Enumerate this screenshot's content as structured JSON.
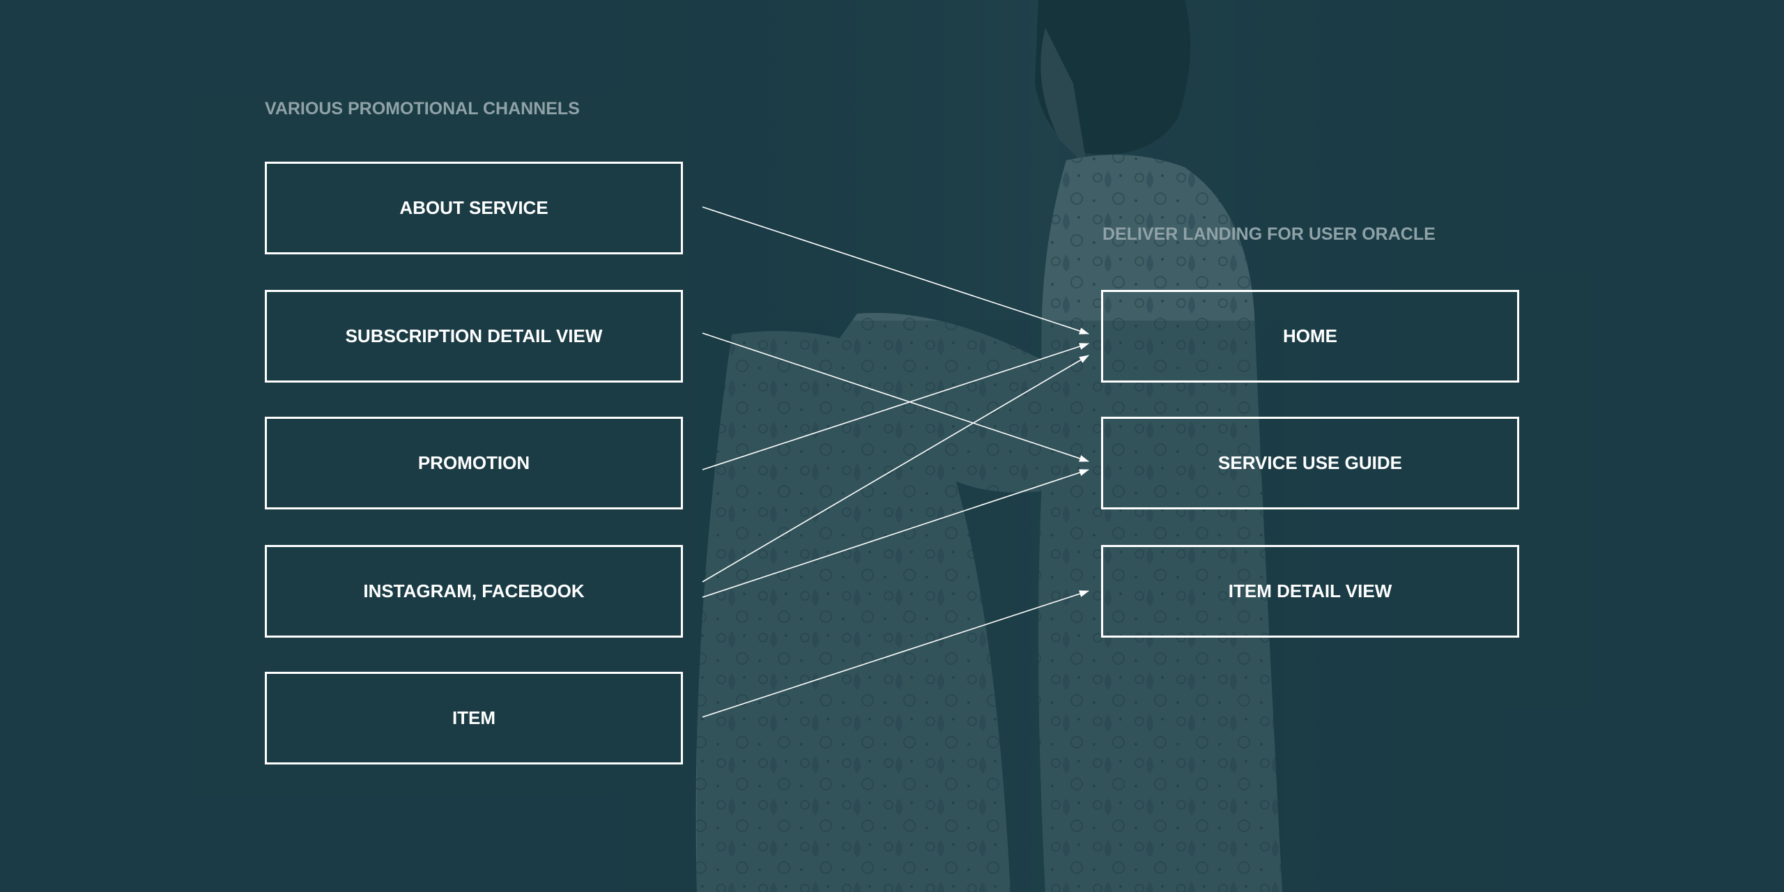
{
  "colors": {
    "background": "#1b3c46",
    "box_border": "#ffffff",
    "box_text": "#ffffff",
    "label_text": "#8fa2a7",
    "arrow": "#ffffff"
  },
  "background_image": "model-in-paisley-scarf-dress",
  "left_group": {
    "title": "VARIOUS PROMOTIONAL CHANNELS",
    "items": [
      {
        "id": "about",
        "label": "ABOUT SERVICE"
      },
      {
        "id": "subscription",
        "label": "SUBSCRIPTION DETAIL VIEW"
      },
      {
        "id": "promotion",
        "label": "PROMOTION"
      },
      {
        "id": "instagram",
        "label": "INSTAGRAM, FACEBOOK"
      },
      {
        "id": "item",
        "label": "ITEM"
      }
    ]
  },
  "right_group": {
    "title": "DELIVER LANDING FOR USER ORACLE",
    "items": [
      {
        "id": "home",
        "label": "HOME"
      },
      {
        "id": "guide",
        "label": "SERVICE USE GUIDE"
      },
      {
        "id": "itemdetail",
        "label": "ITEM DETAIL VIEW"
      }
    ]
  },
  "connections": [
    {
      "from": "about",
      "to": "home"
    },
    {
      "from": "subscription",
      "to": "guide"
    },
    {
      "from": "promotion",
      "to": "home"
    },
    {
      "from": "instagram",
      "to": "home"
    },
    {
      "from": "instagram",
      "to": "guide"
    },
    {
      "from": "item",
      "to": "itemdetail"
    }
  ]
}
